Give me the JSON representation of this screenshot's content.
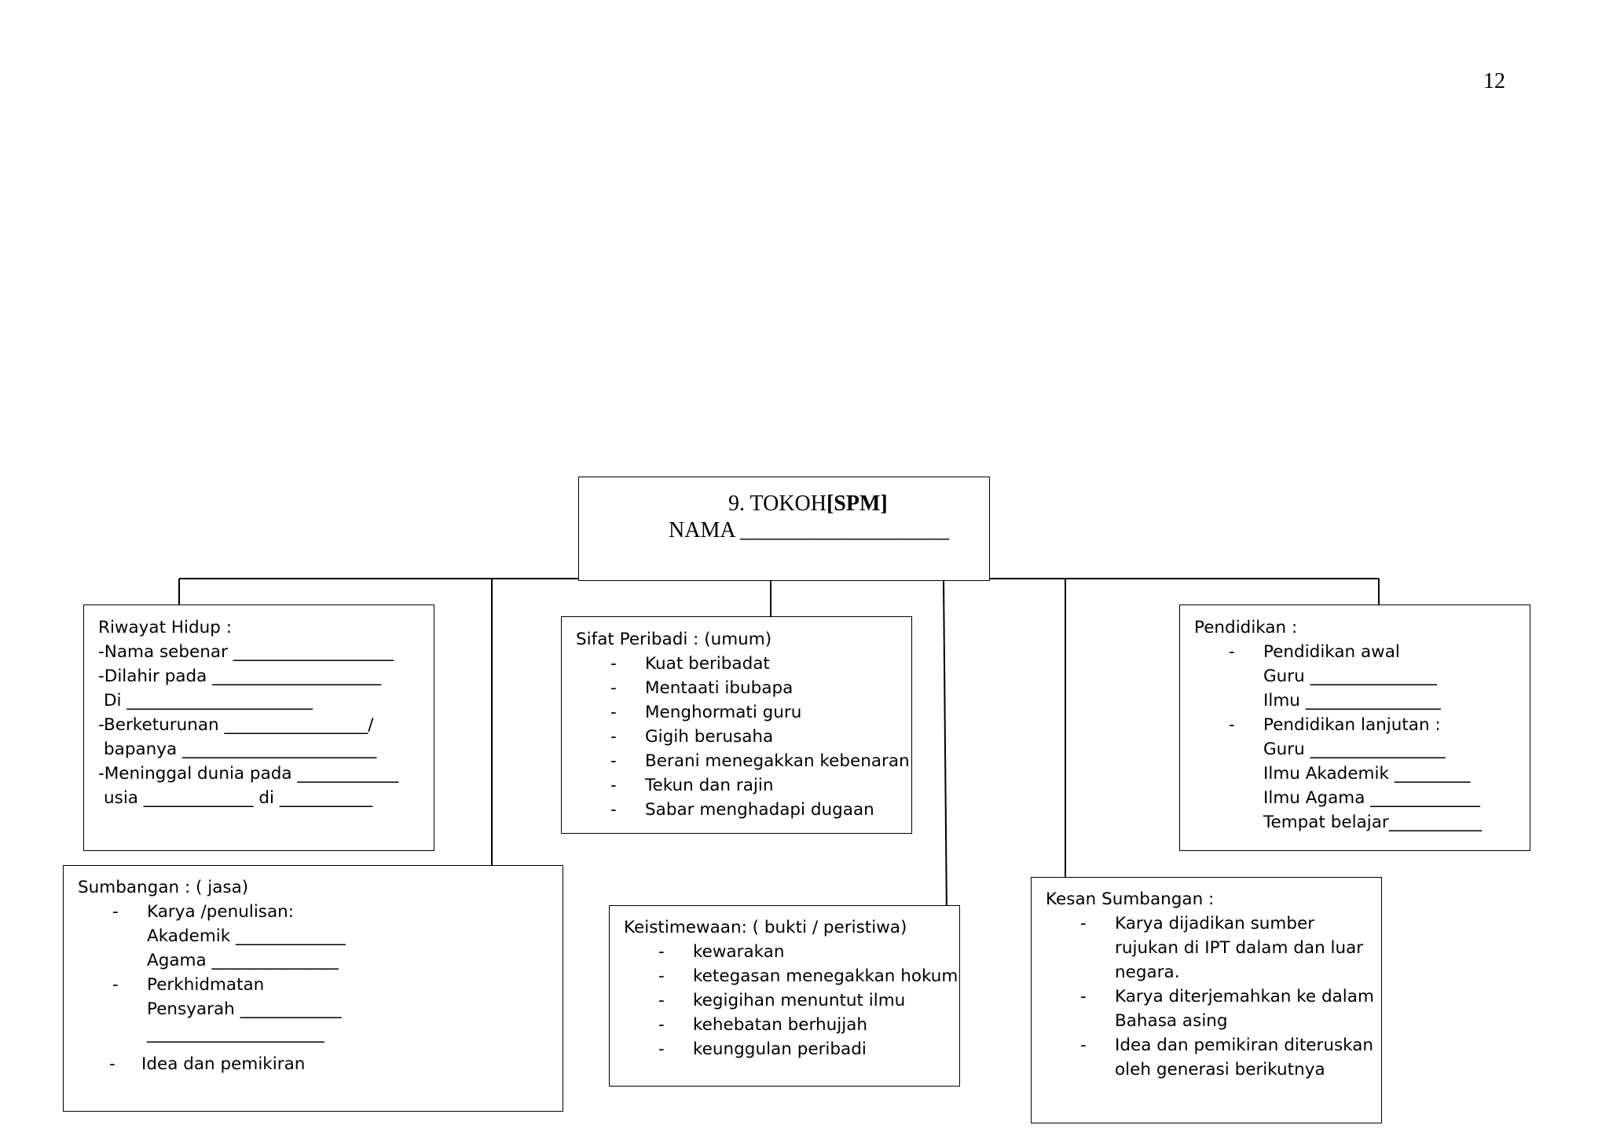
{
  "page_number": "12",
  "title": {
    "prefix": "9. TOKOH",
    "bold": "[SPM]",
    "name_line": "NAMA ___________________"
  },
  "riwayat_hidup": {
    "heading": "Riwayat Hidup :",
    "lines": [
      "-Nama sebenar ___________________",
      "-Dilahir pada ____________________",
      " Di ______________________",
      "-Berketurunan _________________/",
      " bapanya _______________________",
      "-Meninggal dunia pada ____________",
      " usia _____________ di ___________"
    ]
  },
  "sifat_peribadi": {
    "heading": "Sifat Peribadi : (umum)",
    "items": [
      "Kuat beribadat",
      "Mentaati ibubapa",
      "Menghormati guru",
      "Gigih berusaha",
      "Berani menegakkan kebenaran",
      "Tekun dan rajin",
      "Sabar menghadapi dugaan"
    ]
  },
  "pendidikan": {
    "heading": "Pendidikan :",
    "item1": "Pendidikan awal",
    "item1_sub": [
      "Guru _______________",
      "Ilmu ________________"
    ],
    "item2": "Pendidikan lanjutan :",
    "item2_sub": [
      "Guru ________________",
      "Ilmu Akademik _________",
      "Ilmu Agama _____________",
      "Tempat belajar___________"
    ]
  },
  "sumbangan": {
    "heading": "Sumbangan : ( jasa)",
    "item1": "Karya /penulisan:",
    "item1_sub": [
      "Akademik _____________",
      "Agama _______________"
    ],
    "item2": "Perkhidmatan",
    "item2_sub": [
      "Pensyarah ____________",
      "_____________________"
    ],
    "item3": "Idea dan pemikiran"
  },
  "keistimewaan": {
    "heading": "Keistimewaan: ( bukti / peristiwa)",
    "items": [
      "kewarakan",
      "ketegasan menegakkan hokum",
      "kegigihan menuntut ilmu",
      "kehebatan berhujjah",
      "keunggulan peribadi"
    ]
  },
  "kesan_sumbangan": {
    "heading": "Kesan Sumbangan :",
    "item1": [
      "Karya dijadikan sumber",
      "rujukan di IPT dalam dan luar",
      "negara."
    ],
    "item2": [
      "Karya diterjemahkan ke dalam",
      "Bahasa asing"
    ],
    "item3": [
      "Idea dan pemikiran diteruskan",
      "oleh generasi berikutnya"
    ]
  },
  "dash": "-"
}
